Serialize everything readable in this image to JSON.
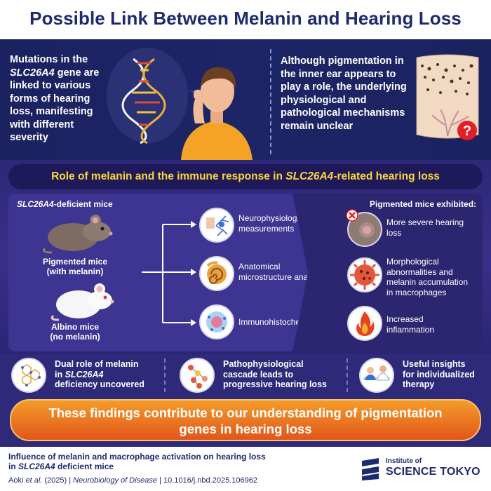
{
  "title": "Possible Link Between Melanin and Hearing Loss",
  "top": {
    "left_text_1": "Mutations in the",
    "left_gene": "SLC26A4",
    "left_text_2": "gene are linked to various forms of hearing loss, manifesting with different severity",
    "right_text": "Although pigmentation in the inner ear appears to play a role, the underlying physiological and pathological mechanisms remain unclear",
    "question_mark": "?"
  },
  "role_banner": {
    "prefix": "Role of melanin and the immune response in ",
    "gene": "SLC26A4",
    "suffix": "-related hearing loss"
  },
  "mice": {
    "heading_gene": "SLC26A4",
    "heading_suffix": "-deficient mice",
    "pigmented_line1": "Pigmented mice",
    "pigmented_line2": "(with melanin)",
    "albino_line1": "Albino mice",
    "albino_line2": "(no melanin)"
  },
  "methods": [
    {
      "icon": "neuron-icon",
      "label_1": "Neurophysiological",
      "label_2": "measurements"
    },
    {
      "icon": "cochlea-icon",
      "label_1": "Anatomical",
      "label_2": "microstructure analysis"
    },
    {
      "icon": "cell-icon",
      "label_1": "Immunohistochemistry",
      "label_2": ""
    }
  ],
  "results": {
    "heading": "Pigmented mice exhibited:",
    "items": [
      {
        "icon": "mouse-ear-icon",
        "label_1": "More severe hearing",
        "label_2": "loss",
        "label_3": ""
      },
      {
        "icon": "macrophage-icon",
        "label_1": "Morphological",
        "label_2": "abnormalities and",
        "label_3": "melanin accumulation",
        "label_4": "in macrophages"
      },
      {
        "icon": "flame-icon",
        "label_1": "Increased",
        "label_2": "inflammation",
        "label_3": ""
      }
    ]
  },
  "strip": [
    {
      "icon": "molecule-icon",
      "line1": "Dual role of melanin",
      "line2_pre": "in ",
      "line2_gene": "SLC26A4",
      "line3": "deficiency uncovered"
    },
    {
      "icon": "cascade-icon",
      "line1": "Pathophysiological",
      "line2": "cascade leads to",
      "line3": "progressive hearing loss"
    },
    {
      "icon": "doctor-icon",
      "line1": "Useful insights",
      "line2": "for individualized",
      "line3": "therapy"
    }
  ],
  "conclusion": {
    "line1": "These findings contribute to our understanding of pigmentation",
    "line2": "genes in hearing loss"
  },
  "footer": {
    "title_line1": "Influence of melanin and macrophage activation on hearing loss",
    "title_line2_pre": "in ",
    "title_line2_gene": "SLC26A4",
    "title_line2_post": " deficient mice",
    "cite_authors": "Aoki ",
    "cite_etal": "et al.",
    "cite_year": " (2025) | ",
    "cite_journal": "Neurobiology of Disease",
    "cite_doi": " | 10.1016/j.nbd.2025.106962",
    "logo_small": "Institute of",
    "logo_big": "SCIENCE TOKYO"
  },
  "colors": {
    "navy": "#1e2a6e",
    "banner_yellow": "#ffd43a",
    "orange": "#e8641c"
  }
}
